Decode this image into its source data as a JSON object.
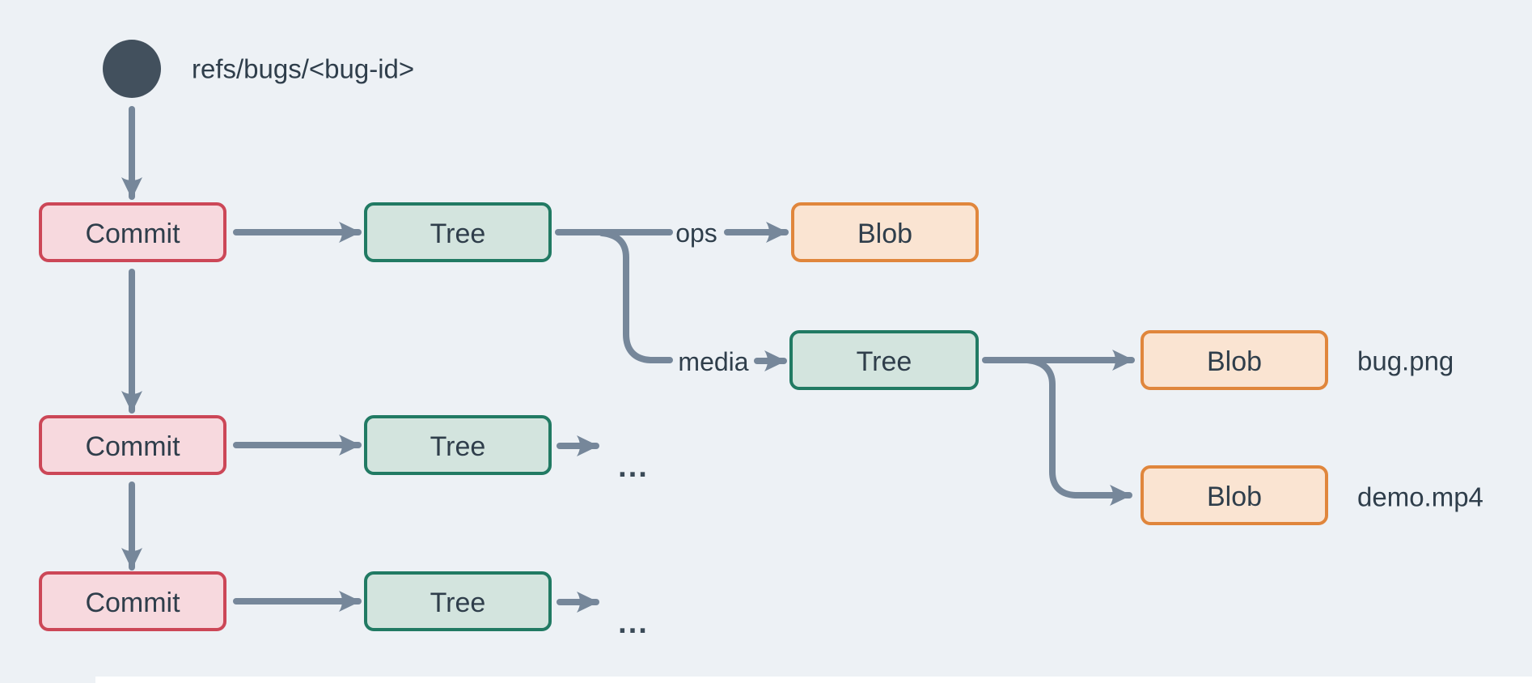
{
  "diagram": {
    "labels": {
      "ref": "refs/bugs/<bug-id>",
      "ops": "ops",
      "media": "media",
      "file_bug": "bug.png",
      "file_demo": "demo.mp4",
      "more_1": "...",
      "more_2": "..."
    },
    "nodes": {
      "commit_1": "Commit",
      "commit_2": "Commit",
      "commit_3": "Commit",
      "tree_1": "Tree",
      "tree_2": "Tree",
      "tree_3": "Tree",
      "tree_media": "Tree",
      "blob_ops": "Blob",
      "blob_bug": "Blob",
      "blob_demo": "Blob"
    },
    "edges": [
      {
        "from": "ref",
        "to": "commit_1"
      },
      {
        "from": "commit_1",
        "to": "tree_1"
      },
      {
        "from": "tree_1",
        "to": "blob_ops",
        "label": "ops"
      },
      {
        "from": "tree_1",
        "to": "tree_media",
        "label": "media"
      },
      {
        "from": "tree_media",
        "to": "blob_bug",
        "file": "bug.png"
      },
      {
        "from": "tree_media",
        "to": "blob_demo",
        "file": "demo.mp4"
      },
      {
        "from": "commit_1",
        "to": "commit_2"
      },
      {
        "from": "commit_2",
        "to": "tree_2",
        "then": "..."
      },
      {
        "from": "commit_2",
        "to": "commit_3"
      },
      {
        "from": "commit_3",
        "to": "tree_3",
        "then": "..."
      }
    ],
    "colors": {
      "background": "#edf1f5",
      "arrow": "#76879a",
      "text": "#2f3e4b",
      "ref_circle": "#42505d",
      "commit_fill": "#f7d9de",
      "commit_border": "#cc4757",
      "tree_fill": "#d3e4de",
      "tree_border": "#217a63",
      "blob_fill": "#fae4d2",
      "blob_border": "#e0863c"
    }
  }
}
